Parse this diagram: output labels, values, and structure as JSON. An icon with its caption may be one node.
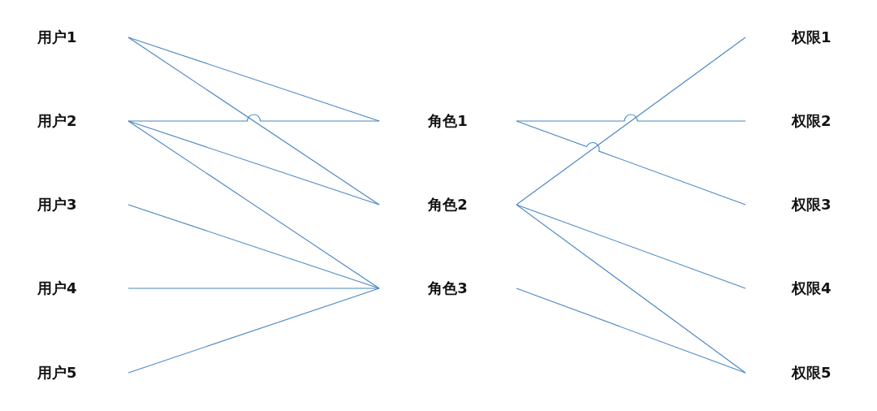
{
  "diagram": {
    "nodes": [
      {
        "text": [
          "用户1"
        ]
      },
      {
        "text": [
          "用户2"
        ]
      },
      {
        "text": [
          "用户3"
        ]
      },
      {
        "text": [
          "用户4"
        ]
      },
      {
        "text": [
          "用户5"
        ]
      },
      {
        "text": [
          "角色1"
        ]
      },
      {
        "text": [
          "角色2"
        ]
      },
      {
        "text": [
          "角色3"
        ]
      },
      {
        "text": [
          "权限1"
        ]
      },
      {
        "text": [
          "权限2"
        ]
      },
      {
        "text": [
          "权限3"
        ]
      },
      {
        "text": [
          "权限4"
        ]
      },
      {
        "text": [
          "权限5"
        ]
      }
    ],
    "edges": [
      {
        "from": 0,
        "to": 5,
        "arrow": "none"
      },
      {
        "from": 0,
        "to": 6,
        "arrow": "none"
      },
      {
        "from": 1,
        "to": 5,
        "arrow": "none"
      },
      {
        "from": 1,
        "to": 6,
        "arrow": "none"
      },
      {
        "from": 1,
        "to": 7,
        "arrow": "none"
      },
      {
        "from": 2,
        "to": 7,
        "arrow": "none"
      },
      {
        "from": 3,
        "to": 7,
        "arrow": "none"
      },
      {
        "from": 4,
        "to": 7,
        "arrow": "none"
      },
      {
        "from": 5,
        "to": 9,
        "arrow": "none"
      },
      {
        "from": 5,
        "to": 10,
        "arrow": "none"
      },
      {
        "from": 6,
        "to": 8,
        "arrow": "none"
      },
      {
        "from": 6,
        "to": 11,
        "arrow": "none"
      },
      {
        "from": 6,
        "to": 12,
        "arrow": "none"
      },
      {
        "from": 7,
        "to": 12,
        "arrow": "none"
      }
    ]
  }
}
